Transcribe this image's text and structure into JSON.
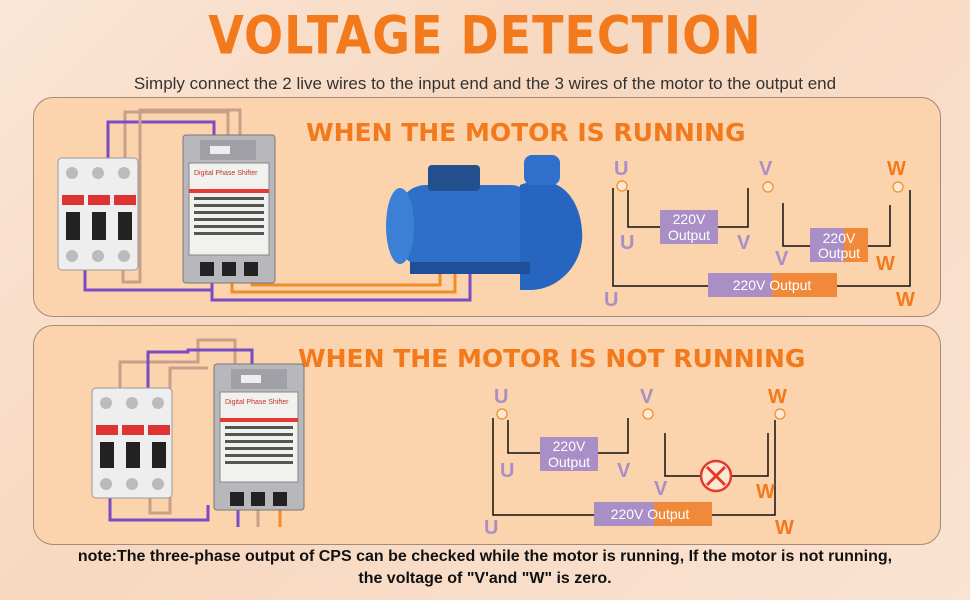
{
  "title": "VOLTAGE DETECTION",
  "subtitle": "Simply connect the 2 live wires to the input end and the 3 wires of the motor to the output end",
  "running": {
    "heading": "WHEN THE MOTOR IS RUNNING",
    "device_name": "Digital Phase Shifter",
    "phase_labels": {
      "u": "U",
      "v": "V",
      "w": "W"
    },
    "voltage_label": "220V Output",
    "voltage_label_top": "220V",
    "voltage_label_bottom": "Output"
  },
  "not_running": {
    "heading": "WHEN THE MOTOR IS NOT RUNNING",
    "device_name": "Digital Phase Shifter",
    "phase_labels": {
      "u": "U",
      "v": "V",
      "w": "W"
    },
    "voltage_label": "220V Output",
    "voltage_label_top": "220V",
    "voltage_label_bottom": "Output"
  },
  "note_line1": "note:The three-phase output of CPS can be checked while the motor is running, If the motor is not running,",
  "note_line2": "the voltage of \"V'and \"W\" is zero.",
  "colors": {
    "accent": "#f27a1c",
    "label_purple": "#a98fc5",
    "label_orange": "#f08a3a",
    "wire_purple": "#7a4bc4",
    "wire_orange": "#f28c28",
    "wire_tan": "#c8a08a",
    "motor_blue": "#2d6fc9",
    "error_red": "#e23b2a"
  }
}
